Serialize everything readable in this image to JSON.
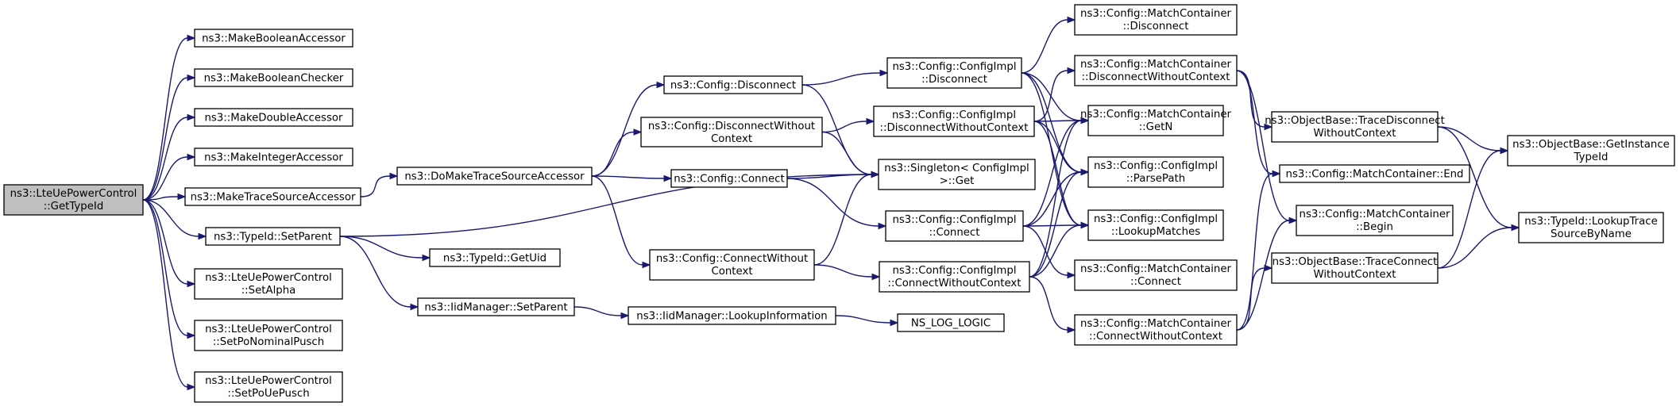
{
  "graph": {
    "nodes": [
      {
        "id": "root",
        "lines": [
          "ns3::LteUePowerControl",
          "::GetTypeId"
        ],
        "root": true
      },
      {
        "id": "mkbacc",
        "lines": [
          "ns3::MakeBooleanAccessor"
        ]
      },
      {
        "id": "mkbchk",
        "lines": [
          "ns3::MakeBooleanChecker"
        ]
      },
      {
        "id": "mkdacc",
        "lines": [
          "ns3::MakeDoubleAccessor"
        ]
      },
      {
        "id": "mkiacc",
        "lines": [
          "ns3::MakeIntegerAccessor"
        ]
      },
      {
        "id": "mktsa",
        "lines": [
          "ns3::MakeTraceSourceAccessor"
        ]
      },
      {
        "id": "setparent",
        "lines": [
          "ns3::TypeId::SetParent"
        ]
      },
      {
        "id": "setalpha",
        "lines": [
          "ns3::LteUePowerControl",
          "::SetAlpha"
        ]
      },
      {
        "id": "setponom",
        "lines": [
          "ns3::LteUePowerControl",
          "::SetPoNominalPusch"
        ]
      },
      {
        "id": "setpoue",
        "lines": [
          "ns3::LteUePowerControl",
          "::SetPoUePusch"
        ]
      },
      {
        "id": "domake",
        "lines": [
          "ns3::DoMakeTraceSourceAccessor"
        ]
      },
      {
        "id": "getuid",
        "lines": [
          "ns3::TypeId::GetUid"
        ]
      },
      {
        "id": "iidsetparent",
        "lines": [
          "ns3::IidManager::SetParent"
        ]
      },
      {
        "id": "cfgdisc",
        "lines": [
          "ns3::Config::Disconnect"
        ]
      },
      {
        "id": "cfgdiscwc",
        "lines": [
          "ns3::Config::DisconnectWithout",
          "Context"
        ]
      },
      {
        "id": "cfgconn",
        "lines": [
          "ns3::Config::Connect"
        ]
      },
      {
        "id": "cfgconnwc",
        "lines": [
          "ns3::Config::ConnectWithout",
          "Context"
        ]
      },
      {
        "id": "lookupinfo",
        "lines": [
          "ns3::IidManager::LookupInformation"
        ]
      },
      {
        "id": "implDisc",
        "lines": [
          "ns3::Config::ConfigImpl",
          "::Disconnect"
        ]
      },
      {
        "id": "implDiscWC",
        "lines": [
          "ns3::Config::ConfigImpl",
          "::DisconnectWithoutContext"
        ]
      },
      {
        "id": "singleton",
        "lines": [
          "ns3::Singleton< ConfigImpl",
          ">::Get"
        ]
      },
      {
        "id": "implConn",
        "lines": [
          "ns3::Config::ConfigImpl",
          "::Connect"
        ]
      },
      {
        "id": "implConnWC",
        "lines": [
          "ns3::Config::ConfigImpl",
          "::ConnectWithoutContext"
        ]
      },
      {
        "id": "nslog",
        "lines": [
          "NS_LOG_LOGIC"
        ]
      },
      {
        "id": "mcDisc",
        "lines": [
          "ns3::Config::MatchContainer",
          "::Disconnect"
        ]
      },
      {
        "id": "mcDiscWC",
        "lines": [
          "ns3::Config::MatchContainer",
          "::DisconnectWithoutContext"
        ]
      },
      {
        "id": "mcGetN",
        "lines": [
          "ns3::Config::MatchContainer",
          "::GetN"
        ]
      },
      {
        "id": "parsePath",
        "lines": [
          "ns3::Config::ConfigImpl",
          "::ParsePath"
        ]
      },
      {
        "id": "lookupMatches",
        "lines": [
          "ns3::Config::ConfigImpl",
          "::LookupMatches"
        ]
      },
      {
        "id": "mcConn",
        "lines": [
          "ns3::Config::MatchContainer",
          "::Connect"
        ]
      },
      {
        "id": "mcConnWC",
        "lines": [
          "ns3::Config::MatchContainer",
          "::ConnectWithoutContext"
        ]
      },
      {
        "id": "obTDWC",
        "lines": [
          "ns3::ObjectBase::TraceDisconnect",
          "WithoutContext"
        ]
      },
      {
        "id": "mcEnd",
        "lines": [
          "ns3::Config::MatchContainer::End"
        ]
      },
      {
        "id": "mcBegin",
        "lines": [
          "ns3::Config::MatchContainer",
          "::Begin"
        ]
      },
      {
        "id": "obTCWC",
        "lines": [
          "ns3::ObjectBase::TraceConnect",
          "WithoutContext"
        ]
      },
      {
        "id": "obGIT",
        "lines": [
          "ns3::ObjectBase::GetInstance",
          "TypeId"
        ]
      },
      {
        "id": "lookupTrace",
        "lines": [
          "ns3::TypeId::LookupTrace",
          "SourceByName"
        ]
      }
    ],
    "edges": [
      [
        "root",
        "mkbacc"
      ],
      [
        "root",
        "mkbchk"
      ],
      [
        "root",
        "mkdacc"
      ],
      [
        "root",
        "mkiacc"
      ],
      [
        "root",
        "mktsa"
      ],
      [
        "root",
        "setparent"
      ],
      [
        "root",
        "setalpha"
      ],
      [
        "root",
        "setponom"
      ],
      [
        "root",
        "setpoue"
      ],
      [
        "mktsa",
        "domake"
      ],
      [
        "setparent",
        "singleton"
      ],
      [
        "setparent",
        "getuid"
      ],
      [
        "setparent",
        "iidsetparent"
      ],
      [
        "iidsetparent",
        "lookupinfo"
      ],
      [
        "lookupinfo",
        "nslog"
      ],
      [
        "domake",
        "cfgdisc"
      ],
      [
        "domake",
        "cfgdiscwc"
      ],
      [
        "domake",
        "cfgconn"
      ],
      [
        "domake",
        "cfgconnwc"
      ],
      [
        "cfgdisc",
        "implDisc"
      ],
      [
        "cfgdisc",
        "singleton"
      ],
      [
        "cfgdiscwc",
        "implDiscWC"
      ],
      [
        "cfgdiscwc",
        "singleton"
      ],
      [
        "cfgconn",
        "singleton"
      ],
      [
        "cfgconn",
        "implConn"
      ],
      [
        "cfgconnwc",
        "singleton"
      ],
      [
        "cfgconnwc",
        "implConnWC"
      ],
      [
        "implDisc",
        "mcDisc"
      ],
      [
        "implDisc",
        "mcGetN"
      ],
      [
        "implDisc",
        "parsePath"
      ],
      [
        "implDisc",
        "lookupMatches"
      ],
      [
        "implDiscWC",
        "mcDiscWC"
      ],
      [
        "implDiscWC",
        "mcGetN"
      ],
      [
        "implDiscWC",
        "parsePath"
      ],
      [
        "implDiscWC",
        "lookupMatches"
      ],
      [
        "implConn",
        "mcGetN"
      ],
      [
        "implConn",
        "parsePath"
      ],
      [
        "implConn",
        "lookupMatches"
      ],
      [
        "implConn",
        "mcConn"
      ],
      [
        "implConnWC",
        "mcGetN"
      ],
      [
        "implConnWC",
        "parsePath"
      ],
      [
        "implConnWC",
        "lookupMatches"
      ],
      [
        "implConnWC",
        "mcConnWC"
      ],
      [
        "mcDiscWC",
        "obTDWC"
      ],
      [
        "mcDiscWC",
        "mcEnd"
      ],
      [
        "mcDiscWC",
        "mcBegin"
      ],
      [
        "mcConnWC",
        "mcEnd"
      ],
      [
        "mcConnWC",
        "mcBegin"
      ],
      [
        "mcConnWC",
        "obTCWC"
      ],
      [
        "obTDWC",
        "obGIT"
      ],
      [
        "obTDWC",
        "lookupTrace"
      ],
      [
        "obTCWC",
        "obGIT"
      ],
      [
        "obTCWC",
        "lookupTrace"
      ]
    ]
  }
}
